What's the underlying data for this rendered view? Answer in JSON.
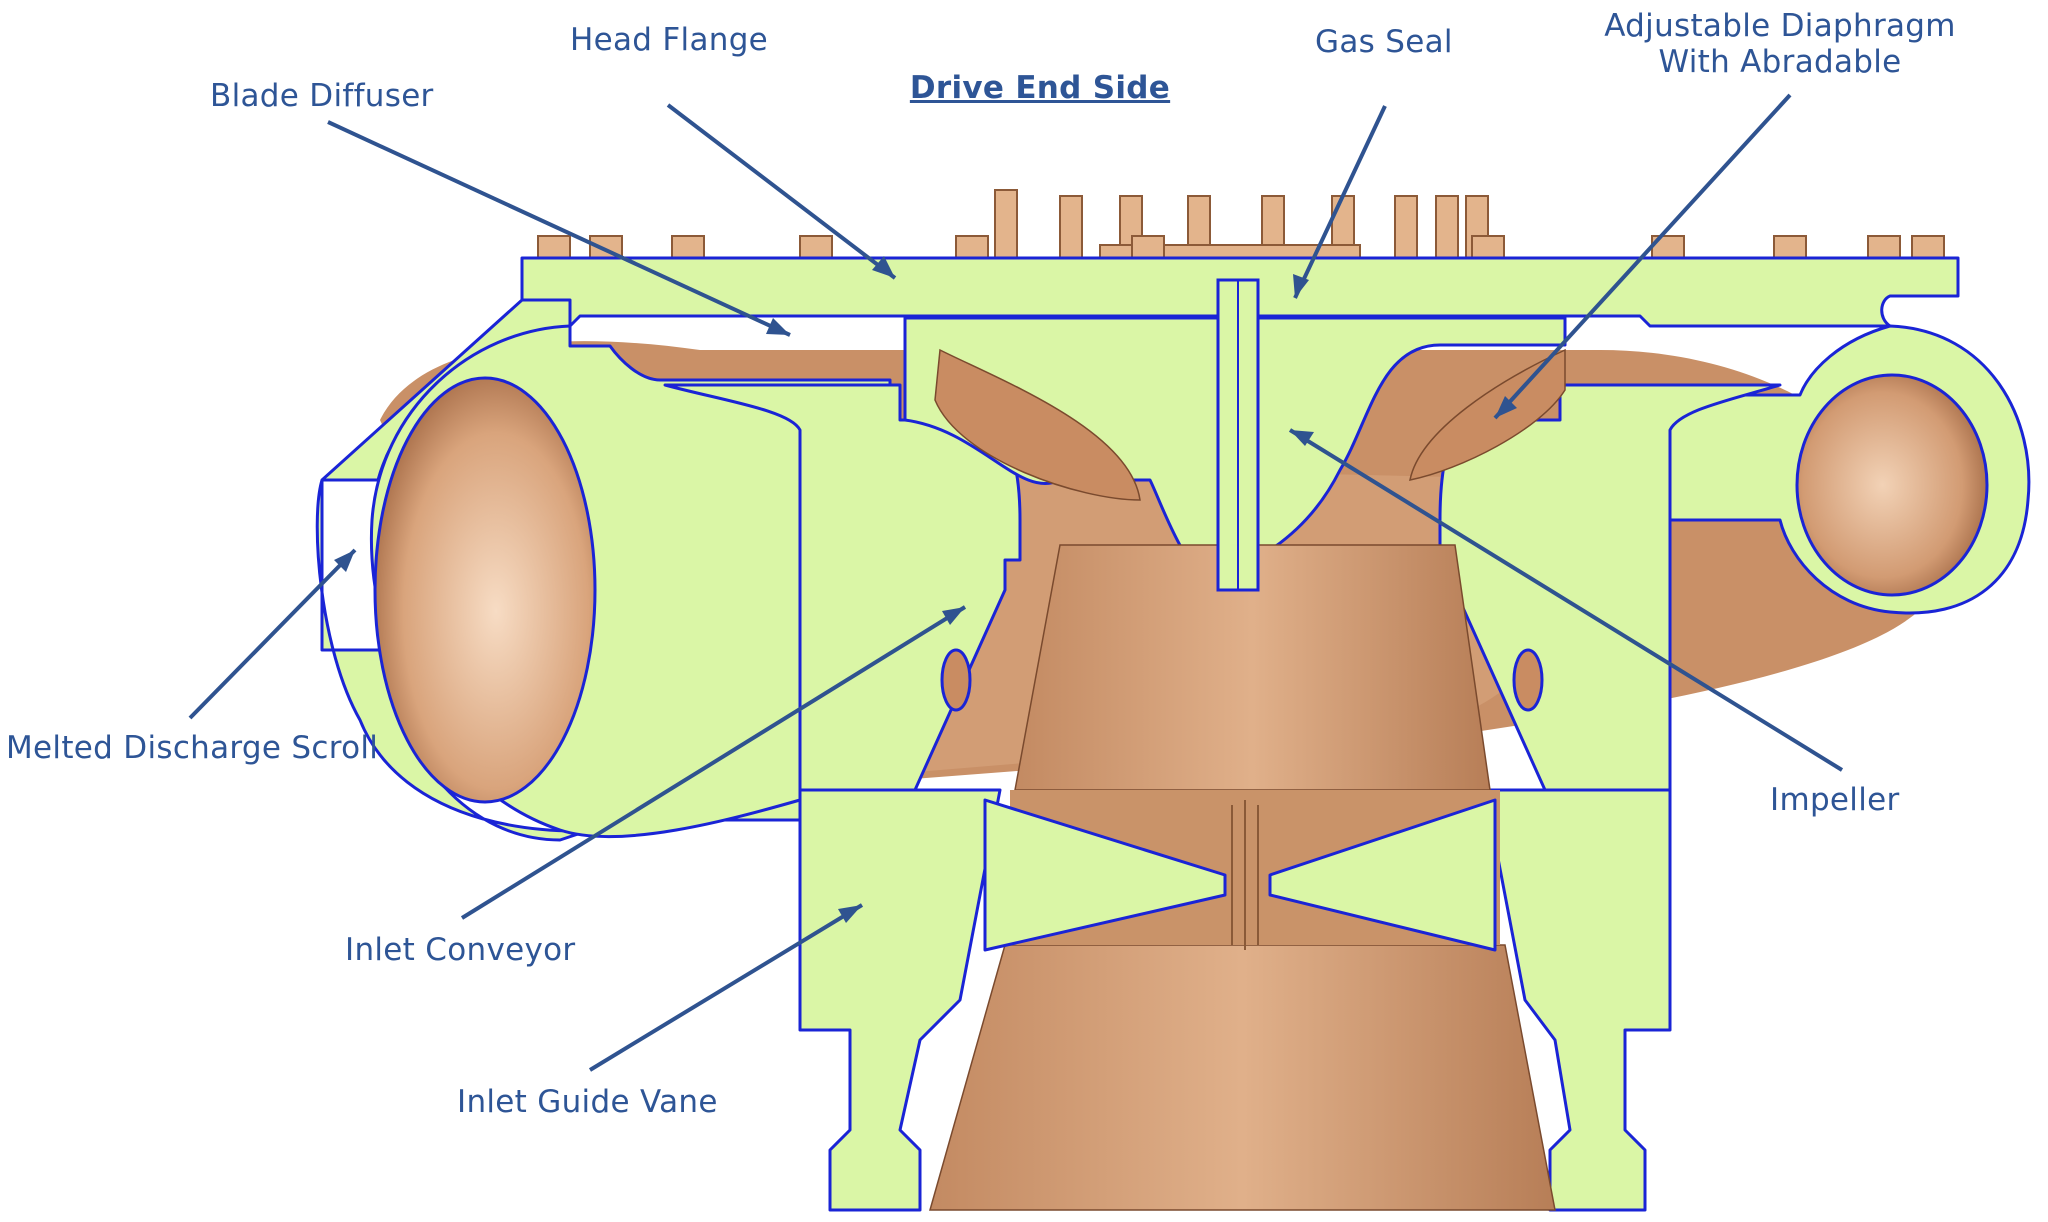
{
  "title": "Drive End Side",
  "labels": {
    "head_flange": "Head Flange",
    "blade_diffuser": "Blade Diffuser",
    "gas_seal": "Gas Seal",
    "diaphragm_line1": "Adjustable Diaphragm",
    "diaphragm_line2": "With Abradable",
    "discharge_scroll": "Melted Discharge Scroll",
    "impeller": "Impeller",
    "inlet_conveyor": "Inlet Conveyor",
    "inlet_guide_vane": "Inlet Guide Vane"
  },
  "colors": {
    "casing": "#daf6a6",
    "outline": "#1a24d6",
    "bronze": "#d9a47c",
    "label": "#2e5596",
    "leader": "#2f5390"
  }
}
